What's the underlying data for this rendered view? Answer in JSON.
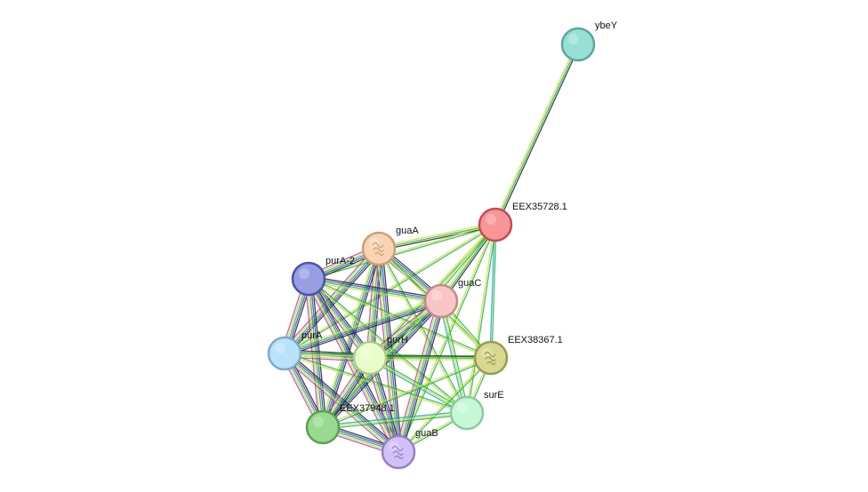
{
  "network": {
    "nodes": [
      {
        "id": "ybeY",
        "label": "ybeY",
        "color": "#98e0d6",
        "stroke": "#5aa69c",
        "glyph": ""
      },
      {
        "id": "EEX35728.1",
        "label": "EEX35728.1",
        "color": "#f89597",
        "stroke": "#c44c52",
        "glyph": ""
      },
      {
        "id": "guaA",
        "label": "guaA",
        "color": "#f9d3b2",
        "stroke": "#c9a077",
        "glyph": "protein-structure"
      },
      {
        "id": "purA-2",
        "label": "purA-2",
        "color": "#979fe0",
        "stroke": "#4c54a6",
        "glyph": ""
      },
      {
        "id": "guaC",
        "label": "guaC",
        "color": "#f8c6c6",
        "stroke": "#c48a8a",
        "glyph": ""
      },
      {
        "id": "purA",
        "label": "purA",
        "color": "#b9e2fb",
        "stroke": "#7eaac9",
        "glyph": ""
      },
      {
        "id": "purH",
        "label": "purH",
        "color": "#e8fec8",
        "stroke": "#b0c88e",
        "glyph": ""
      },
      {
        "id": "EEX38367.1",
        "label": "EEX38367.1",
        "color": "#d9d890",
        "stroke": "#9a9a52",
        "glyph": "protein-structure"
      },
      {
        "id": "surE",
        "label": "surE",
        "color": "#c7f8d6",
        "stroke": "#8ec9a0",
        "glyph": ""
      },
      {
        "id": "EEX37948.1",
        "label": "EEX37948.1",
        "color": "#9ada90",
        "stroke": "#5d9f54",
        "glyph": ""
      },
      {
        "id": "guaB",
        "label": "guaB",
        "color": "#d4c0f9",
        "stroke": "#9680c4",
        "glyph": "protein-structure"
      }
    ],
    "edge_colors": [
      "#222222",
      "#3f3fd4",
      "#22b14c",
      "#c7df3c",
      "#1aa6c4",
      "#c03ac4"
    ],
    "edges": [
      {
        "source": "ybeY",
        "target": "EEX35728.1",
        "channels": [
          0,
          2,
          3
        ]
      },
      {
        "source": "EEX35728.1",
        "target": "guaA",
        "channels": [
          0,
          2,
          3
        ]
      },
      {
        "source": "EEX35728.1",
        "target": "purA-2",
        "channels": [
          2,
          3
        ]
      },
      {
        "source": "EEX35728.1",
        "target": "guaC",
        "channels": [
          0,
          2,
          3
        ]
      },
      {
        "source": "EEX35728.1",
        "target": "purA",
        "channels": [
          2,
          3
        ]
      },
      {
        "source": "EEX35728.1",
        "target": "purH",
        "channels": [
          2,
          3
        ]
      },
      {
        "source": "EEX35728.1",
        "target": "EEX38367.1",
        "channels": [
          2,
          4
        ]
      },
      {
        "source": "EEX35728.1",
        "target": "surE",
        "channels": [
          2,
          3
        ]
      },
      {
        "source": "EEX35728.1",
        "target": "EEX37948.1",
        "channels": [
          2,
          3
        ]
      },
      {
        "source": "EEX35728.1",
        "target": "guaB",
        "channels": [
          2,
          3
        ]
      },
      {
        "source": "guaA",
        "target": "purA-2",
        "channels": [
          0,
          1,
          2,
          3,
          5
        ]
      },
      {
        "source": "guaA",
        "target": "guaC",
        "channels": [
          0,
          1,
          2,
          3,
          5
        ]
      },
      {
        "source": "guaA",
        "target": "purA",
        "channels": [
          0,
          1,
          2,
          3,
          5
        ]
      },
      {
        "source": "guaA",
        "target": "purH",
        "channels": [
          0,
          1,
          2,
          3,
          5
        ]
      },
      {
        "source": "guaA",
        "target": "EEX38367.1",
        "channels": [
          2,
          3
        ]
      },
      {
        "source": "guaA",
        "target": "surE",
        "channels": [
          2,
          3
        ]
      },
      {
        "source": "guaA",
        "target": "EEX37948.1",
        "channels": [
          0,
          1,
          2,
          3
        ]
      },
      {
        "source": "guaA",
        "target": "guaB",
        "channels": [
          0,
          1,
          2,
          3,
          5
        ]
      },
      {
        "source": "purA-2",
        "target": "guaC",
        "channels": [
          0,
          1,
          2,
          3
        ]
      },
      {
        "source": "purA-2",
        "target": "purA",
        "channels": [
          0,
          1,
          2,
          3,
          5
        ]
      },
      {
        "source": "purA-2",
        "target": "purH",
        "channels": [
          0,
          1,
          2,
          3,
          5
        ]
      },
      {
        "source": "purA-2",
        "target": "EEX38367.1",
        "channels": [
          2,
          3
        ]
      },
      {
        "source": "purA-2",
        "target": "surE",
        "channels": [
          2,
          3
        ]
      },
      {
        "source": "purA-2",
        "target": "EEX37948.1",
        "channels": [
          0,
          1,
          2,
          3,
          5
        ]
      },
      {
        "source": "purA-2",
        "target": "guaB",
        "channels": [
          0,
          1,
          2,
          3,
          5
        ]
      },
      {
        "source": "guaC",
        "target": "purA",
        "channels": [
          0,
          1,
          2,
          3
        ]
      },
      {
        "source": "guaC",
        "target": "purH",
        "channels": [
          0,
          1,
          2,
          3,
          5
        ]
      },
      {
        "source": "guaC",
        "target": "EEX38367.1",
        "channels": [
          2,
          3
        ]
      },
      {
        "source": "guaC",
        "target": "surE",
        "channels": [
          2,
          3,
          4
        ]
      },
      {
        "source": "guaC",
        "target": "EEX37948.1",
        "channels": [
          0,
          1,
          2,
          3
        ]
      },
      {
        "source": "guaC",
        "target": "guaB",
        "channels": [
          0,
          1,
          2,
          3,
          5
        ]
      },
      {
        "source": "purA",
        "target": "purH",
        "channels": [
          0,
          1,
          2,
          3,
          5
        ]
      },
      {
        "source": "purA",
        "target": "EEX38367.1",
        "channels": [
          2,
          3
        ]
      },
      {
        "source": "purA",
        "target": "surE",
        "channels": [
          2,
          3
        ]
      },
      {
        "source": "purA",
        "target": "EEX37948.1",
        "channels": [
          0,
          1,
          2,
          3,
          5
        ]
      },
      {
        "source": "purA",
        "target": "guaB",
        "channels": [
          0,
          1,
          2,
          3,
          5
        ]
      },
      {
        "source": "purH",
        "target": "EEX38367.1",
        "channels": [
          0,
          2,
          3
        ]
      },
      {
        "source": "purH",
        "target": "surE",
        "channels": [
          2,
          3,
          4
        ]
      },
      {
        "source": "purH",
        "target": "EEX37948.1",
        "channels": [
          0,
          1,
          2,
          3,
          5
        ]
      },
      {
        "source": "purH",
        "target": "guaB",
        "channels": [
          0,
          1,
          2,
          3,
          5
        ]
      },
      {
        "source": "EEX38367.1",
        "target": "surE",
        "channels": [
          2,
          3
        ]
      },
      {
        "source": "EEX38367.1",
        "target": "EEX37948.1",
        "channels": [
          2,
          3
        ]
      },
      {
        "source": "EEX38367.1",
        "target": "guaB",
        "channels": [
          2,
          3
        ]
      },
      {
        "source": "surE",
        "target": "EEX37948.1",
        "channels": [
          2,
          3,
          4
        ]
      },
      {
        "source": "surE",
        "target": "guaB",
        "channels": [
          2,
          3
        ]
      },
      {
        "source": "EEX37948.1",
        "target": "guaB",
        "channels": [
          0,
          1,
          2,
          3,
          5
        ]
      }
    ]
  }
}
